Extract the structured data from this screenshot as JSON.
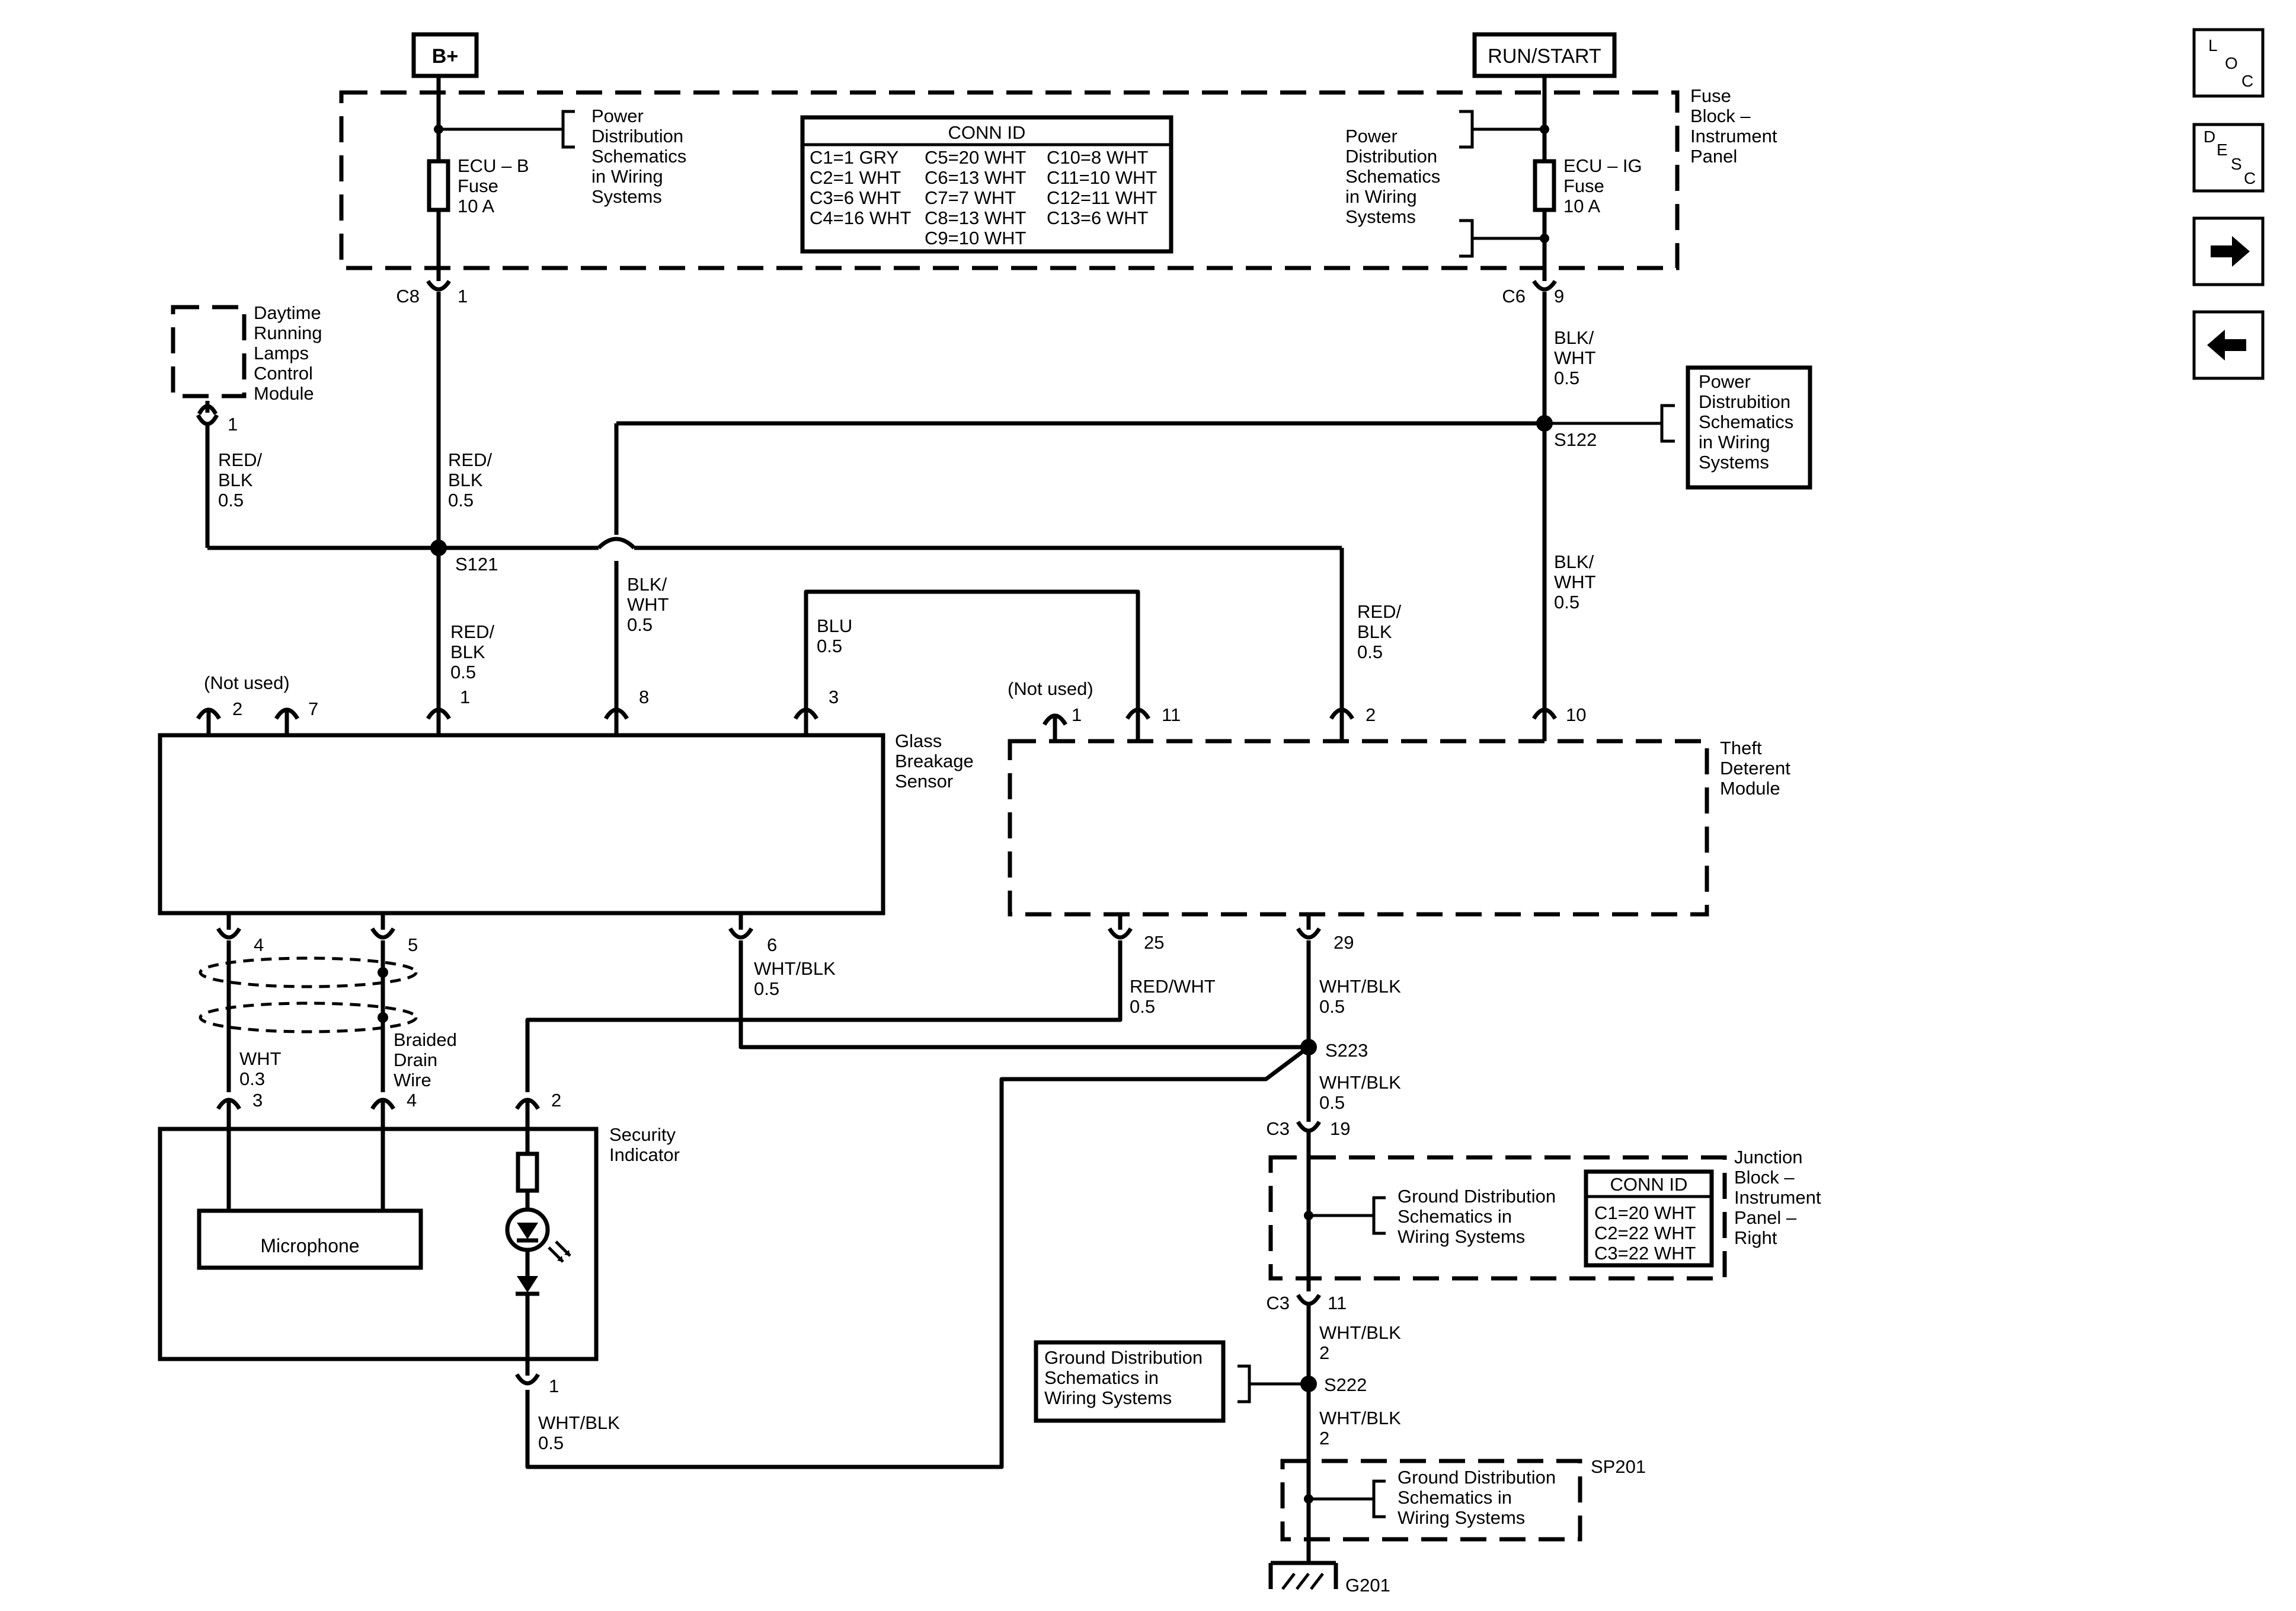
{
  "power": {
    "bplus": "B+",
    "runstart": "RUN/START"
  },
  "fuse_block": {
    "title": [
      "Fuse",
      "Block –",
      "Instrument",
      "Panel"
    ],
    "fuse_left": [
      "ECU – B",
      "Fuse",
      "10 A"
    ],
    "fuse_right": [
      "ECU – IG",
      "Fuse",
      "10 A"
    ],
    "pds_left": [
      "Power",
      "Distribution",
      "Schematics",
      "in Wiring",
      "Systems"
    ],
    "pds_right": [
      "Power",
      "Distribution",
      "Schematics",
      "in Wiring",
      "Systems"
    ],
    "conn_id": {
      "title": "CONN ID",
      "rows": [
        [
          "C1=1 GRY",
          "C5=20 WHT",
          "C10=8 WHT"
        ],
        [
          "C2=1 WHT",
          "C6=13 WHT",
          "C11=10 WHT"
        ],
        [
          "C3=6 WHT",
          "C7=7 WHT",
          "C12=11 WHT"
        ],
        [
          "C4=16 WHT",
          "C8=13 WHT",
          "C13=6 WHT"
        ],
        [
          "",
          "C9=10 WHT",
          ""
        ]
      ]
    }
  },
  "connectors": {
    "c8": "C8",
    "c8_pin": "1",
    "c6": "C6",
    "c6_pin": "9",
    "c3a": "C3",
    "c3a_pin": "19",
    "c3b": "C3",
    "c3b_pin": "11"
  },
  "drl": {
    "label": [
      "Daytime",
      "Running",
      "Lamps",
      "Control",
      "Module"
    ],
    "pin": "1"
  },
  "power_dist_box": [
    "Power",
    "Distrubition",
    "Schematics",
    "in Wiring",
    "Systems"
  ],
  "splices": {
    "s121": "S121",
    "s122": "S122",
    "s223": "S223",
    "s222": "S222",
    "sp201": "SP201"
  },
  "wires": {
    "drl_wire": [
      "RED/",
      "BLK",
      "0.5"
    ],
    "c8_wire": [
      "RED/",
      "BLK",
      "0.5"
    ],
    "gbs1_wire": [
      "RED/",
      "BLK",
      "0.5"
    ],
    "gbs8_wire": [
      "BLK/",
      "WHT",
      "0.5"
    ],
    "blu_wire": [
      "BLU",
      "0.5"
    ],
    "tdm2_wire": [
      "RED/",
      "BLK",
      "0.5"
    ],
    "c6_wire": [
      "BLK/",
      "WHT",
      "0.5"
    ],
    "tdm10_wire": [
      "BLK/",
      "WHT",
      "0.5"
    ],
    "gbs6_wire": [
      "WHT/BLK",
      "0.5"
    ],
    "tdm25_wire": [
      "RED/WHT",
      "0.5"
    ],
    "tdm29_wire": [
      "WHT/BLK",
      "0.5"
    ],
    "s223_wire": [
      "WHT/BLK",
      "0.5"
    ],
    "mic_wire": [
      "WHT",
      "0.3"
    ],
    "drain_wire": [
      "Braided",
      "Drain",
      "Wire"
    ],
    "c3_wire": [
      "WHT/BLK",
      "2"
    ],
    "s222_wire": [
      "WHT/BLK",
      "2"
    ],
    "sec_wire": [
      "WHT/BLK",
      "0.5"
    ]
  },
  "glass_sensor": {
    "label": [
      "Glass",
      "Breakage",
      "Sensor"
    ],
    "not_used": "(Not used)",
    "pins_top": [
      "2",
      "7",
      "1",
      "8",
      "3"
    ],
    "pins_bottom": [
      "4",
      "5",
      "6"
    ]
  },
  "theft_module": {
    "label": [
      "Theft",
      "Deterent",
      "Module"
    ],
    "not_used": "(Not used)",
    "pins_top": [
      "1",
      "11",
      "2",
      "10"
    ],
    "pins_bottom": [
      "25",
      "29"
    ]
  },
  "security_indicator": {
    "label": [
      "Security",
      "Indicator"
    ],
    "pins_top": [
      "3",
      "4",
      "2"
    ],
    "pin_bottom": "1",
    "microphone": "Microphone"
  },
  "junction_block": {
    "label": [
      "Junction",
      "Block –",
      "Instrument",
      "Panel –",
      "Right"
    ],
    "gds": [
      "Ground Distribution",
      "Schematics in",
      "Wiring Systems"
    ],
    "conn_id": {
      "title": "CONN ID",
      "rows": [
        "C1=20 WHT",
        "C2=22 WHT",
        "C3=22 WHT"
      ]
    }
  },
  "gds_s222": [
    "Ground Distribution",
    "Schematics in",
    "Wiring Systems"
  ],
  "gds_sp201": [
    "Ground Distribution",
    "Schematics in",
    "Wiring Systems"
  ],
  "ground": "G201",
  "nav": {
    "loc": [
      "L",
      "O",
      "C"
    ],
    "desc": [
      "D",
      "E",
      "S",
      "C"
    ],
    "next_icon": "arrow-right-icon",
    "prev_icon": "arrow-left-icon"
  }
}
